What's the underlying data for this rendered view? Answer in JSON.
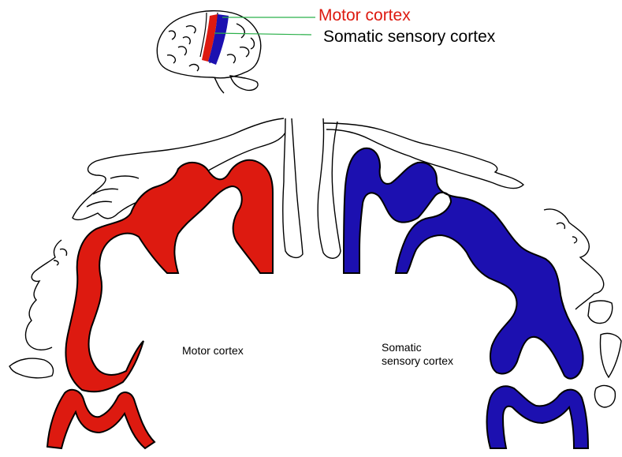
{
  "labels": {
    "motor_top": "Motor cortex",
    "sensory_top": "Somatic sensory cortex",
    "motor_inner": "Motor cortex",
    "sensory_inner_line1": "Somatic",
    "sensory_inner_line2": "sensory cortex"
  },
  "colors": {
    "motor": "#dd1a10",
    "sensory": "#1c10b0",
    "leader_line": "#2bb04a",
    "ink": "#000000"
  },
  "icons": [
    "brain-icon",
    "hand-drawing-icon",
    "face-drawing-icon",
    "leg-drawing-icon",
    "tongue-drawing-icon"
  ]
}
